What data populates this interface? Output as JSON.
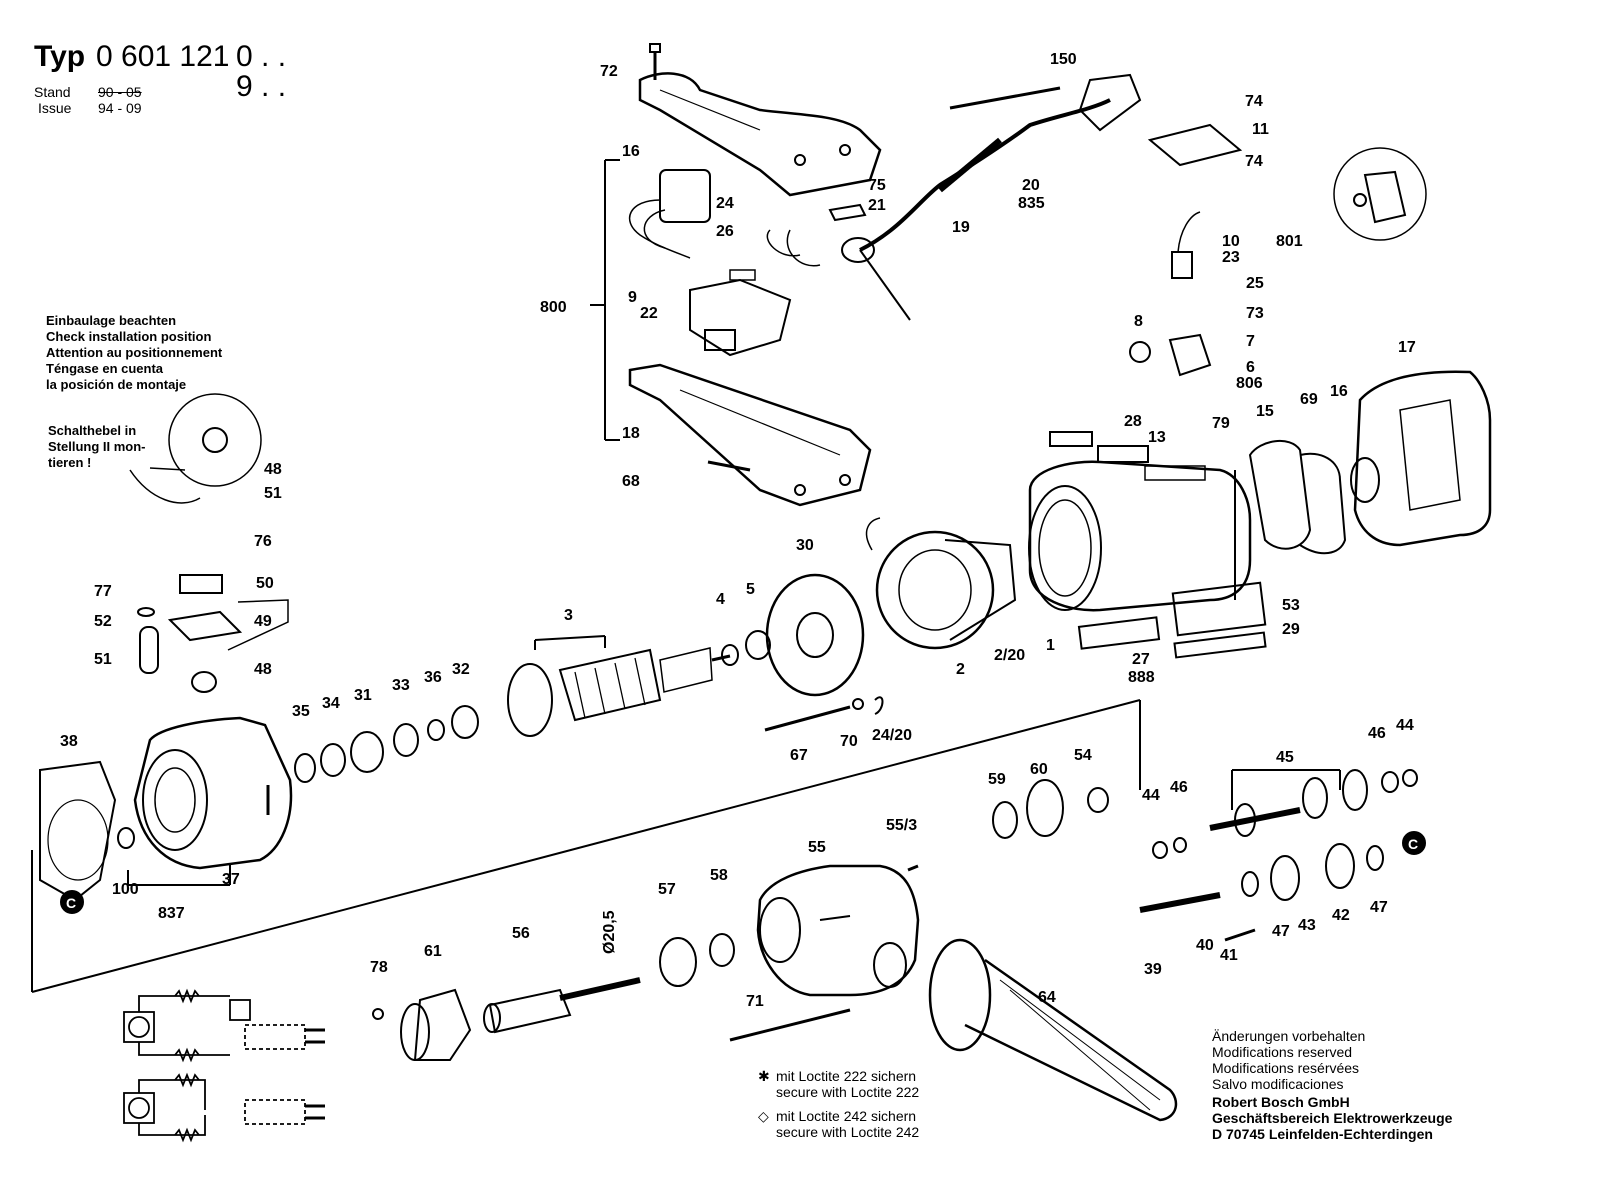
{
  "header": {
    "typ_label": "Typ",
    "typ_number": "0 601 121",
    "variant_1": "0 . .",
    "variant_2": "9 . .",
    "stand_label": "Stand",
    "stand_value": "90 - 05",
    "issue_label": "Issue",
    "issue_value": "94 - 09"
  },
  "install_note": {
    "lines": [
      "Einbaulage beachten",
      "Check installation position",
      "Attention au positionnement",
      "Téngase en cuenta",
      "la posición de montaje"
    ]
  },
  "lever_note": {
    "lines": [
      "Schalthebel in",
      "Stellung II mon-",
      "tieren !"
    ]
  },
  "loctite_notes": [
    {
      "symbol": "✱",
      "line1": "mit Loctite 222 sichern",
      "line2": "secure with Loctite 222"
    },
    {
      "symbol": "◇",
      "line1": "mit Loctite 242 sichern",
      "line2": "secure with Loctite 242"
    }
  ],
  "footer": {
    "modification_lines": [
      "Änderungen vorbehalten",
      "Modifications reserved",
      "Modifications resérvées",
      "Salvo modificaciones"
    ],
    "company_lines": [
      "Robert Bosch GmbH",
      "Geschäftsbereich Elektrowerkzeuge",
      "D 70745 Leinfelden-Echterdingen"
    ]
  },
  "callouts": {
    "c72": "72",
    "c150": "150",
    "c74a": "74",
    "c11": "11",
    "c74b": "74",
    "c16_top": "16",
    "c24": "24",
    "c26": "26",
    "c75": "75",
    "c21": "21",
    "c20": "20",
    "c835": "835",
    "c19": "19",
    "c10": "10",
    "c23": "23",
    "c801": "801",
    "c800": "800",
    "c9": "9",
    "c22": "22",
    "c25": "25",
    "c73": "73",
    "c8": "8",
    "c7": "7",
    "c6": "6",
    "c806": "806",
    "c17": "17",
    "c18": "18",
    "c28": "28",
    "c13": "13",
    "c79": "79",
    "c15": "15",
    "c69": "69",
    "c16": "16",
    "c68": "68",
    "c48a": "48",
    "c51a": "51",
    "c76": "76",
    "c50": "50",
    "c77": "77",
    "c52": "52",
    "c49": "49",
    "c51": "51",
    "c48": "48",
    "c30": "30",
    "c3": "3",
    "c4": "4",
    "c5": "5",
    "c53": "53",
    "c29": "29",
    "c1": "1",
    "c2": "2",
    "c2_20": "2/20",
    "c27": "27",
    "c888": "888",
    "c35": "35",
    "c34": "34",
    "c31": "31",
    "c33": "33",
    "c36": "36",
    "c32": "32",
    "c38": "38",
    "c67": "67",
    "c70": "70",
    "c24_20": "24/20",
    "c59": "59",
    "c60": "60",
    "c54": "54",
    "c46a": "46",
    "c44a": "44",
    "c45": "45",
    "c44": "44",
    "c46": "46",
    "c55_3": "55/3",
    "c55": "55",
    "c100": "100",
    "c37": "37",
    "c837": "837",
    "c57": "57",
    "c58": "58",
    "c56": "56",
    "c20_5": "Ø20,5",
    "c61": "61",
    "c78": "78",
    "c71": "71",
    "c64": "64",
    "c47a": "47",
    "c47": "47",
    "c43": "43",
    "c42": "42",
    "c40": "40",
    "c41": "41",
    "c39": "39",
    "ref_c": "C"
  }
}
